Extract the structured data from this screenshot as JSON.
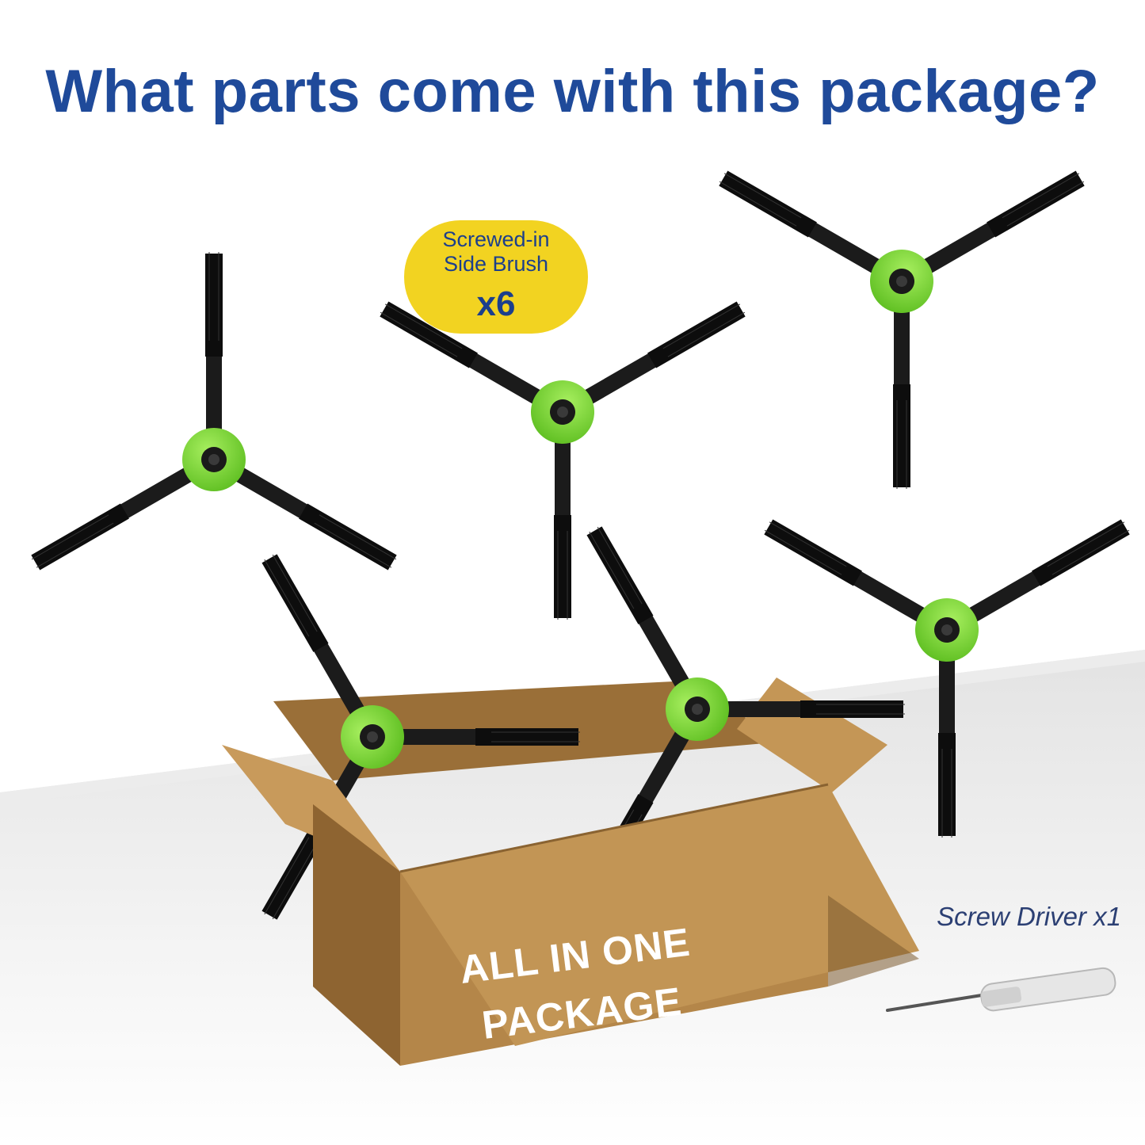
{
  "headline": "What parts come with this package?",
  "badge": {
    "line1": "Screwed-in",
    "line2": "Side Brush",
    "count": "x6"
  },
  "box_label": {
    "line1": "ALL IN ONE",
    "line2": "PACKAGE"
  },
  "caption": "Screw Driver  x1",
  "colors": {
    "headline": "#1f4a9a",
    "badge_bg": "#f2d321",
    "badge_text": "#1c3f8c",
    "brush_hub": "#7fd63a",
    "brush_arm": "#1b1b1b",
    "box": "#b48649",
    "caption": "#2b3f73"
  }
}
